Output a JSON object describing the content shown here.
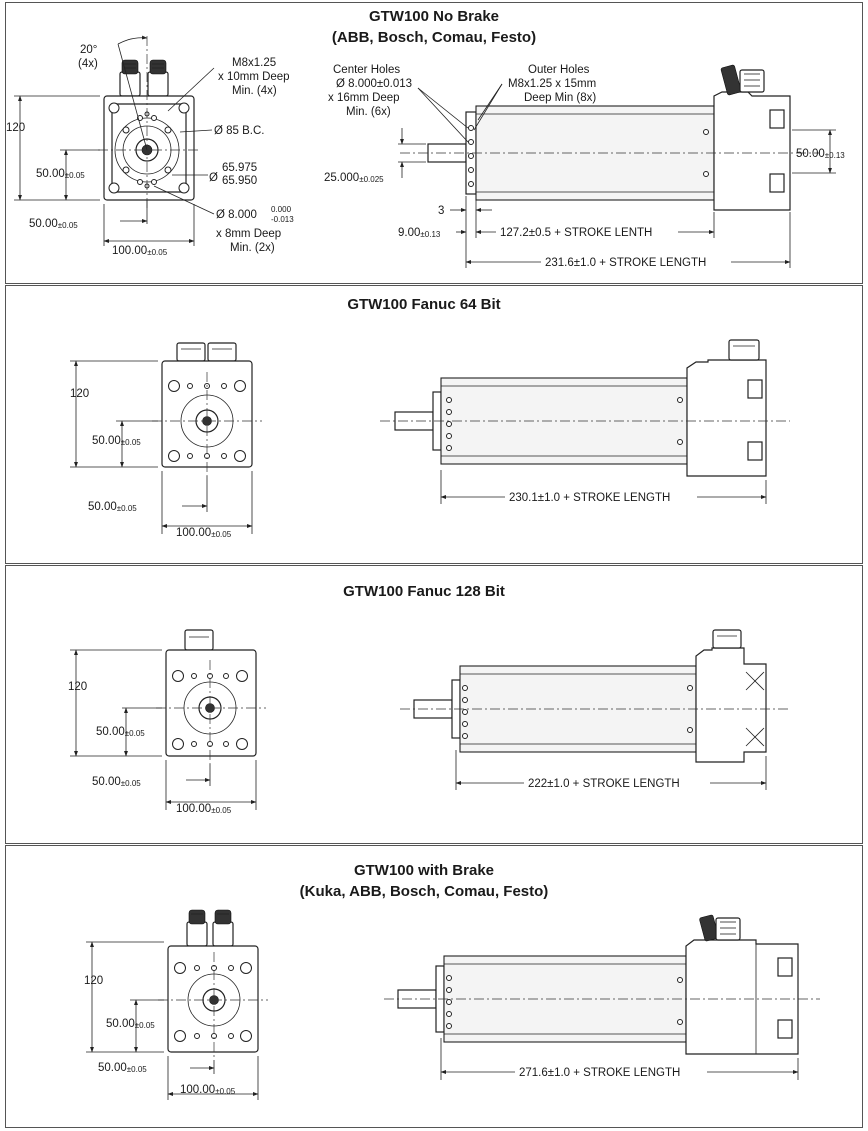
{
  "sections": [
    {
      "title_lines": [
        "GTW100 No Brake",
        "(ABB, Bosch, Comau, Festo)"
      ],
      "front": {
        "height": "120",
        "v_offset": "50.00",
        "v_offset_tol": "±0.05",
        "h_offset": "50.00",
        "h_offset_tol": "±0.05",
        "width": "100.00",
        "width_tol": "±0.05",
        "angle": "20°",
        "angle_count": "(4x)",
        "m8_lines": [
          "M8x1.25",
          "x 10mm Deep",
          "Min. (4x)"
        ],
        "bc": "Ø 85 B.C.",
        "bore_upper": "65.975",
        "bore_lower": "65.950",
        "pin_main": "Ø 8.000",
        "pin_tol_upper": "0.000",
        "pin_tol_lower": "-0.013",
        "pin_lines": [
          "x 8mm Deep",
          "Min. (2x)"
        ]
      },
      "side": {
        "center_holes_lines": [
          "Center Holes",
          "Ø 8.000±0.013",
          "x 16mm Deep",
          "Min. (6x)"
        ],
        "outer_holes_lines": [
          "Outer Holes",
          "M8x1.25 x 15mm",
          "Deep Min (8x)"
        ],
        "shaft_dia": "25.000",
        "shaft_dia_tol": "±0.025",
        "right_offset": "50.00",
        "right_offset_tol": "±0.13",
        "gap": "3",
        "flange": "9.00",
        "flange_tol": "±0.13",
        "mid_length": "127.2±0.5 + STROKE LENTH",
        "length": "231.6±1.0 + STROKE LENGTH"
      }
    },
    {
      "title_lines": [
        "GTW100 Fanuc 64 Bit"
      ],
      "front": {
        "height": "120",
        "v_offset": "50.00",
        "v_offset_tol": "±0.05",
        "h_offset": "50.00",
        "h_offset_tol": "±0.05",
        "width": "100.00",
        "width_tol": "±0.05"
      },
      "side": {
        "length": "230.1±1.0 + STROKE LENGTH"
      }
    },
    {
      "title_lines": [
        "GTW100 Fanuc 128 Bit"
      ],
      "front": {
        "height": "120",
        "v_offset": "50.00",
        "v_offset_tol": "±0.05",
        "h_offset": "50.00",
        "h_offset_tol": "±0.05",
        "width": "100.00",
        "width_tol": "±0.05"
      },
      "side": {
        "length": "222±1.0 + STROKE LENGTH"
      }
    },
    {
      "title_lines": [
        "GTW100 with Brake",
        "(Kuka, ABB, Bosch, Comau, Festo)"
      ],
      "front": {
        "height": "120",
        "v_offset": "50.00",
        "v_offset_tol": "±0.05",
        "h_offset": "50.00",
        "h_offset_tol": "±0.05",
        "width": "100.00",
        "width_tol": "±0.05"
      },
      "side": {
        "length": "271.6±1.0 + STROKE LENGTH"
      }
    }
  ]
}
